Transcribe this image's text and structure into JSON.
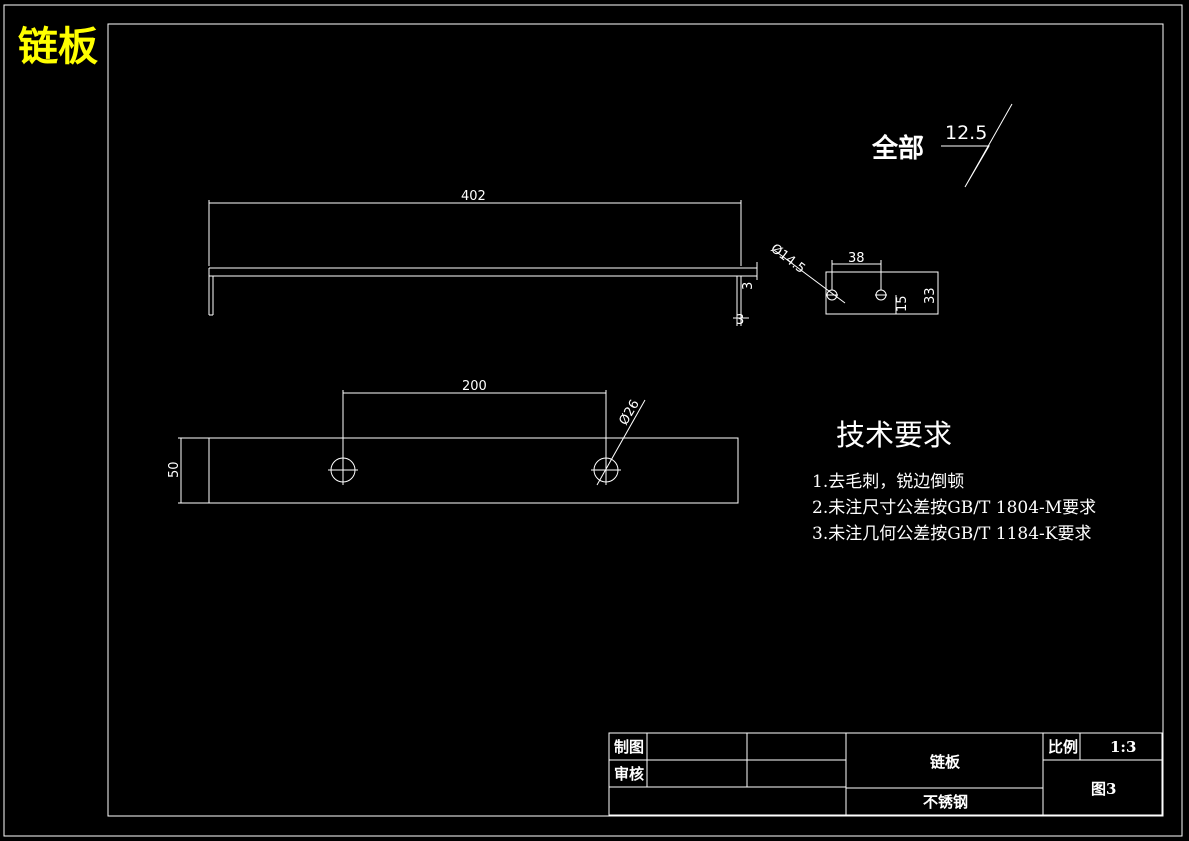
{
  "drawing_title": "链板",
  "roughness": {
    "label": "全部",
    "value": "12.5"
  },
  "top_view": {
    "length_dim": "402",
    "flange_dim": "3",
    "thickness_dim": "3"
  },
  "side_view": {
    "hole_dia_dim": "Ø14.5",
    "hole_spacing_dim": "38",
    "hole_height_dim": "15",
    "height_dim": "33"
  },
  "front_view": {
    "hole_spacing_dim": "200",
    "hole_dia_dim": "Ø26",
    "width_dim": "50"
  },
  "tech_requirements": {
    "title": "技术要求",
    "items": [
      "1.去毛刺，锐边倒顿",
      "2.未注尺寸公差按GB/T 1804-M要求",
      "3.未注几何公差按GB/T 1184-K要求"
    ]
  },
  "title_block": {
    "drawn_label": "制图",
    "review_label": "审核",
    "part_name": "链板",
    "material": "不锈钢",
    "scale_label": "比例",
    "scale_value": "1:3",
    "drawing_no": "图3"
  }
}
